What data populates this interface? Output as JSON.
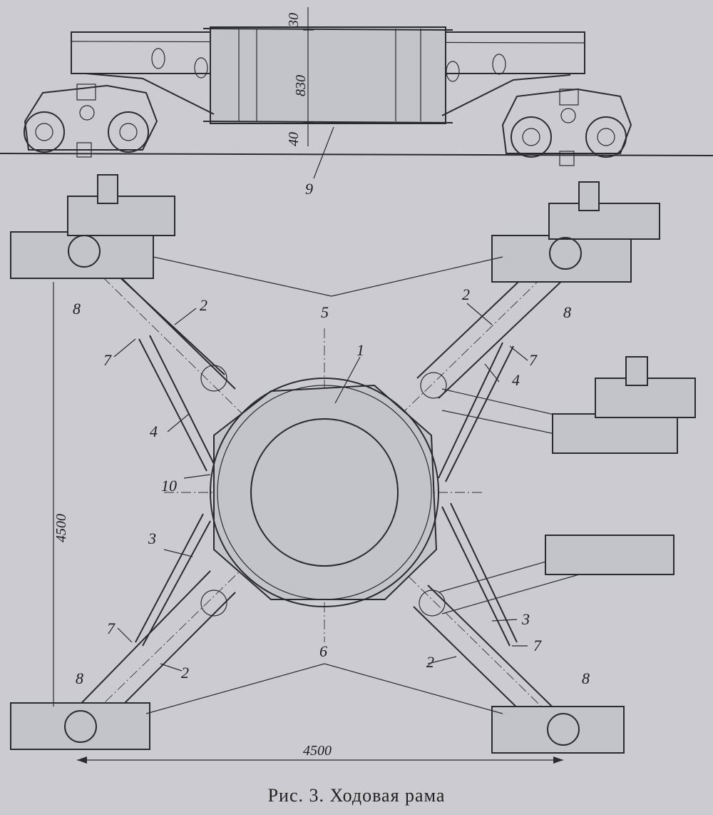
{
  "caption": "Рис. 3. Ходовая рама",
  "dimensions": {
    "top_flange": "30",
    "height": "830",
    "bottom_flange": "40",
    "vertical_span": "4500",
    "horizontal_span": "4500"
  },
  "labels": {
    "n1": "1",
    "n2": "2",
    "n3": "3",
    "n4": "4",
    "n5": "5",
    "n6": "6",
    "n7": "7",
    "n8": "8",
    "n9": "9",
    "n10": "10"
  },
  "colors": {
    "paper": "#cbcbd1",
    "ink": "#2a2a30"
  }
}
